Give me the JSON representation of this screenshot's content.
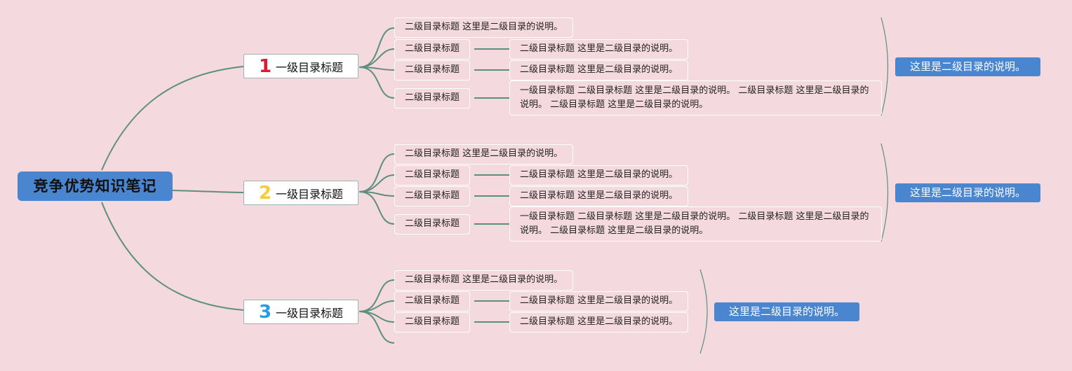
{
  "root": {
    "title": "竞争优势知识笔记"
  },
  "branches": [
    {
      "number": "1",
      "title": "一级目录标题",
      "children": [
        {
          "label": "二级目录标题 这里是二级目录的说明。"
        },
        {
          "label": "二级目录标题",
          "detail": "二级目录标题 这里是二级目录的说明。"
        },
        {
          "label": "二级目录标题",
          "detail": "二级目录标题 这里是二级目录的说明。"
        },
        {
          "label": "二级目录标题",
          "detail": "一级目录标题 二级目录标题 这里是二级目录的说明。 二级目录标题 这里是二级目录的说明。 二级目录标题 这里是二级目录的说明。"
        }
      ],
      "summary": "这里是二级目录的说明。"
    },
    {
      "number": "2",
      "title": "一级目录标题",
      "children": [
        {
          "label": "二级目录标题 这里是二级目录的说明。"
        },
        {
          "label": "二级目录标题",
          "detail": "二级目录标题 这里是二级目录的说明。"
        },
        {
          "label": "二级目录标题",
          "detail": "二级目录标题 这里是二级目录的说明。"
        },
        {
          "label": "二级目录标题",
          "detail": "一级目录标题 二级目录标题 这里是二级目录的说明。 二级目录标题 这里是二级目录的说明。 二级目录标题 这里是二级目录的说明。"
        }
      ],
      "summary": "这里是二级目录的说明。"
    },
    {
      "number": "3",
      "title": "一级目录标题",
      "children": [
        {
          "label": "二级目录标题 这里是二级目录的说明。"
        },
        {
          "label": "二级目录标题",
          "detail": "二级目录标题 这里是二级目录的说明。"
        },
        {
          "label": "二级目录标题",
          "detail": "二级目录标题 这里是二级目录的说明。"
        }
      ],
      "summary": "这里是二级目录的说明。"
    }
  ],
  "colors": {
    "background": "#f4d9df",
    "accent": "#4a86d0",
    "connector": "#5b8f80",
    "number_1": "#d81f36",
    "number_2": "#f5cc3a",
    "number_3": "#2a9de2"
  }
}
